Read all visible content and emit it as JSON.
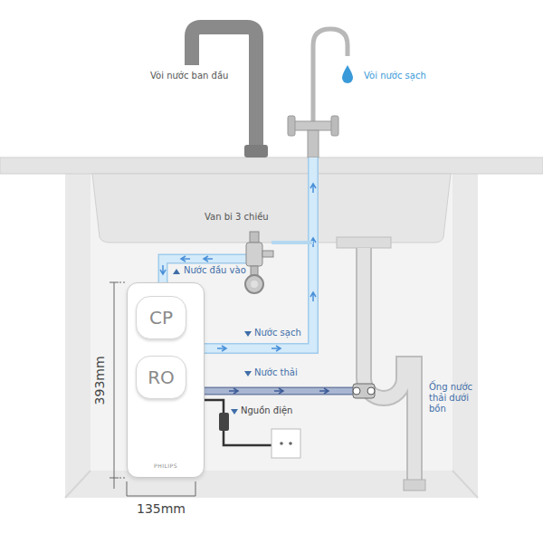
{
  "diagram": {
    "nodes": [
      {
        "text": [
          "PHILIPS"
        ]
      },
      {
        "text": [
          "CP"
        ],
        "in": 0
      },
      {
        "text": [
          "RO"
        ],
        "in": 0
      }
    ],
    "labels": [
      "Vòi nước ban đầu",
      "Vòi nước sạch",
      "Van bi 3 chiều",
      "Nước đầu vào",
      "Nước sạch",
      "Nước thải",
      "Nguồn điện",
      "Ống nước thải dưới bồn",
      "393mm",
      "135mm"
    ]
  }
}
